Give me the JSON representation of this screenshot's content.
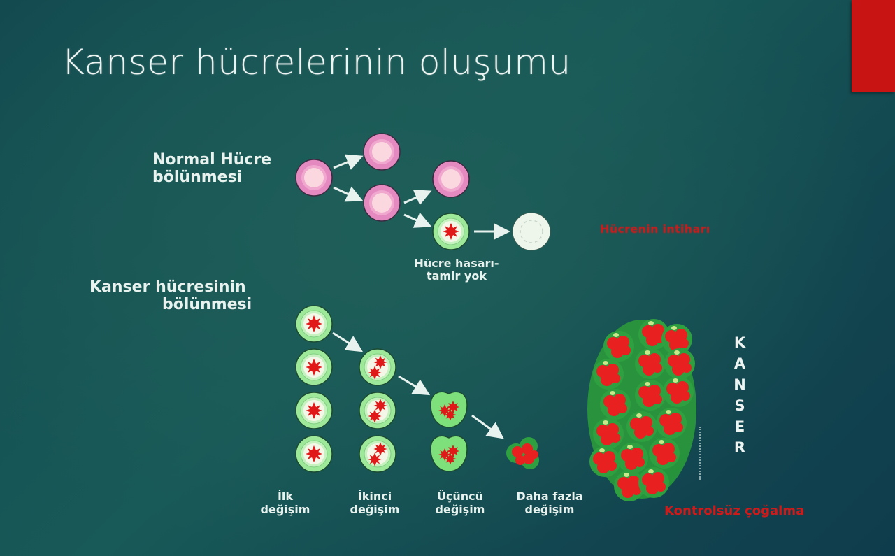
{
  "slide": {
    "title": "Kanser hücrelerinin oluşumu",
    "accent_color": "#c81514",
    "background_color": "#185a58"
  },
  "normal_division": {
    "label_line1": "Normal Hücre",
    "label_line2": "bölünmesi",
    "damage_label_line1": "Hücre hasarı-",
    "damage_label_line2": "tamir yok",
    "suicide_label": "Hücrenin intiharı"
  },
  "cancer_division": {
    "label_line1": "Kanser hücresinin",
    "label_line2": "bölünmesi",
    "stages": [
      {
        "line1": "İlk",
        "line2": "değişim"
      },
      {
        "line1": "İkinci",
        "line2": "değişim"
      },
      {
        "line1": "Üçüncü",
        "line2": "değişim"
      },
      {
        "line1": "Daha fazla",
        "line2": "değişim"
      }
    ],
    "tumor_label": "KANSER",
    "tumor_letters": [
      "K",
      "A",
      "N",
      "S",
      "E",
      "R"
    ],
    "uncontrolled_label": "Kontrolsüz çoğalma"
  },
  "colors": {
    "normal_cell": "#e48ac0",
    "normal_cell_inner": "#f8d3dc",
    "mutated_cell": "#9ee89a",
    "mutation_star": "#e01818",
    "dead_cell": "#eef5ea",
    "label_red": "#d01a1a"
  }
}
